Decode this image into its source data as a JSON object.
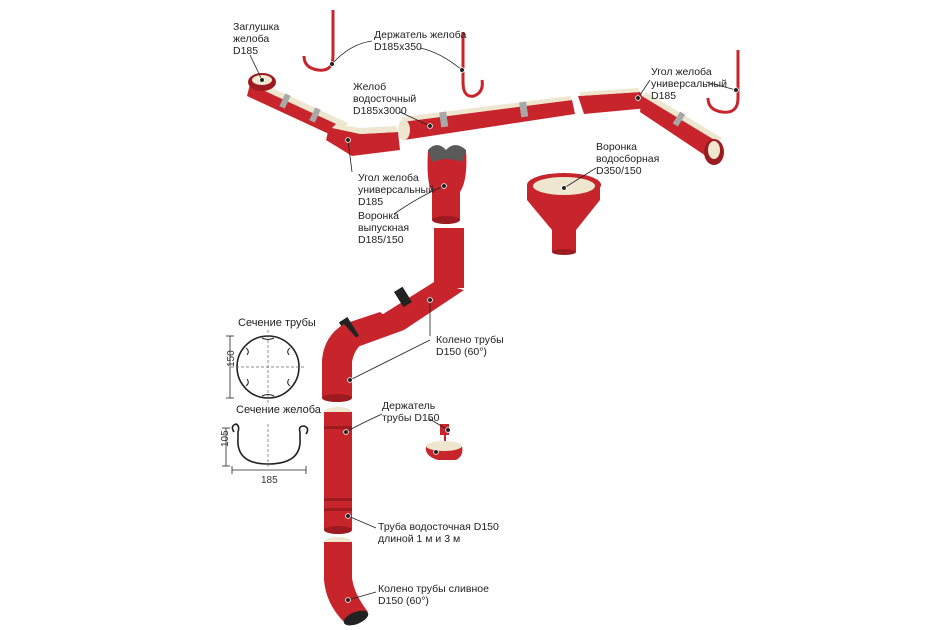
{
  "colors": {
    "product_red": "#c8242b",
    "dark_red": "#9c1a20",
    "inner_cream": "#efe6cf",
    "gray_clip": "#a8a8a8"
  },
  "labels": {
    "end_cap": [
      "Заглушка",
      "желоба",
      "D185"
    ],
    "gutter_holder": [
      "Держатель желоба",
      "D185x350"
    ],
    "gutter": [
      "Желоб",
      "водосточный",
      "D185x3000"
    ],
    "corner_right": [
      "Угол желоба",
      "универсальный",
      "D185"
    ],
    "corner_left": [
      "Угол желоба",
      "универсальный",
      "D185"
    ],
    "outlet_funnel": [
      "Воронка",
      "выпускная",
      "D185/150"
    ],
    "collector_funnel": [
      "Воронка",
      "водосборная",
      "D350/150"
    ],
    "elbow": [
      "Колено трубы",
      "D150 (60°)"
    ],
    "pipe_holder": [
      "Держатель",
      "трубы D150"
    ],
    "pipe": [
      "Труба водосточная D150",
      "длиной 1 м и 3 м"
    ],
    "drain_elbow": [
      "Колено трубы сливное",
      "D150 (60°)"
    ]
  },
  "sections": {
    "pipe_title": "Сечение трубы",
    "pipe_dim": "150",
    "gutter_title": "Сечение желоба",
    "gutter_height": "105",
    "gutter_width": "185"
  }
}
